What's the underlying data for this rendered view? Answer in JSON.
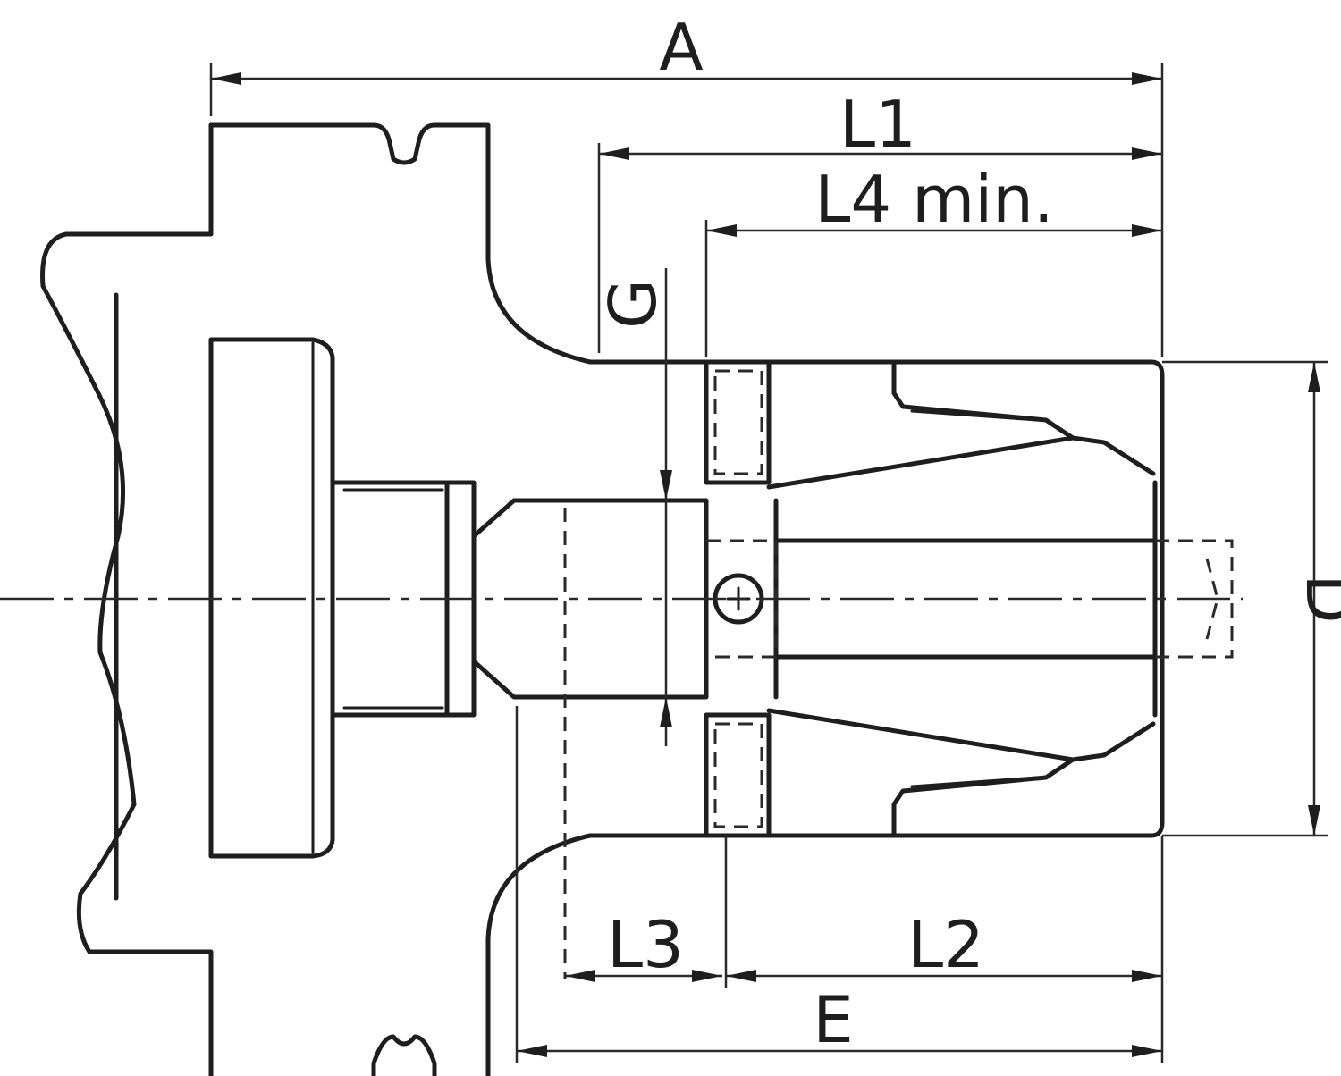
{
  "labels": {
    "A": "A",
    "L1": "L1",
    "L4": "L4 min.",
    "G": "G",
    "D": "D",
    "L3": "L3",
    "L2": "L2",
    "E": "E"
  }
}
